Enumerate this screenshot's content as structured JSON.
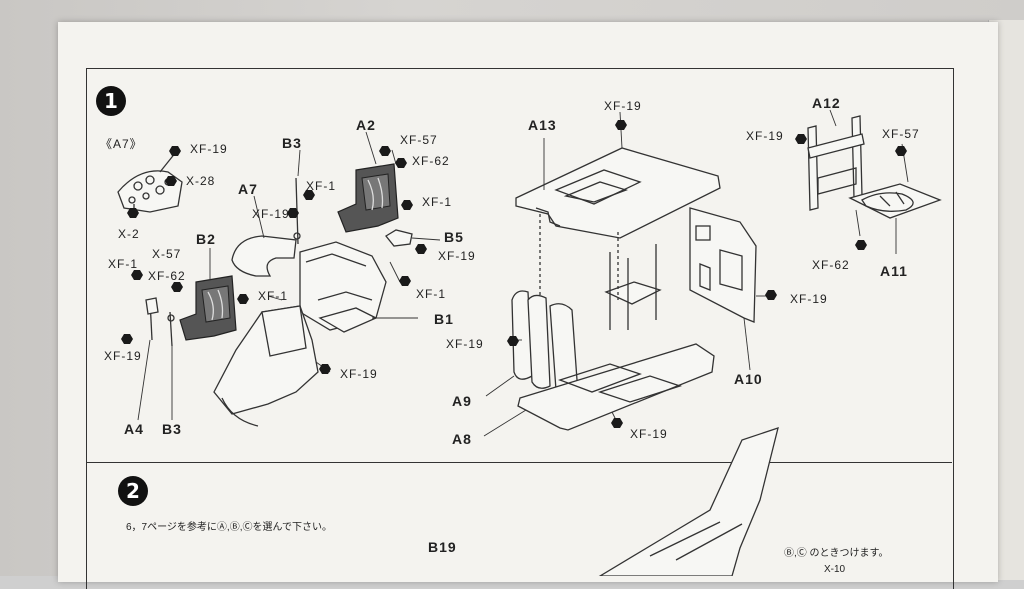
{
  "steps": {
    "one": "1",
    "two": "2"
  },
  "left_section": {
    "a7_panel_title": "《A7》",
    "labels": {
      "xf19_a": "XF-19",
      "x28": "X-28",
      "x2": "X-2",
      "b3_top": "B3",
      "a7": "A7",
      "xf1_a": "XF-1",
      "xf19_b": "XF-19",
      "a2": "A2",
      "xf57": "XF-57",
      "xf62": "XF-62",
      "xf1_b": "XF-1",
      "b5": "B5",
      "xf19_c": "XF-19",
      "xf1_c": "XF-1",
      "b2": "B2",
      "x57": "X-57",
      "xf1_d": "XF-1",
      "xf62_b": "XF-62",
      "xf1_e": "XF-1",
      "b1": "B1",
      "xf19_d": "XF-19",
      "xf19_e": "XF-19",
      "a4": "A4",
      "b3_bottom": "B3"
    }
  },
  "middle_section": {
    "labels": {
      "xf19_top": "XF-19",
      "a13": "A13",
      "xf19_left": "XF-19",
      "a9": "A9",
      "a8": "A8",
      "xf19_bottom": "XF-19",
      "a10": "A10",
      "xf19_right": "XF-19"
    }
  },
  "right_section": {
    "labels": {
      "a12": "A12",
      "xf19": "XF-19",
      "xf57": "XF-57",
      "xf62": "XF-62",
      "a11": "A11"
    }
  },
  "step2": {
    "instruction": "6，7ページを参考にⒶ,Ⓑ,Ⓒを選んで下さい。",
    "b19": "B19",
    "bc_note": "Ⓑ,Ⓒ のときつけます。",
    "x10": "X-10"
  }
}
